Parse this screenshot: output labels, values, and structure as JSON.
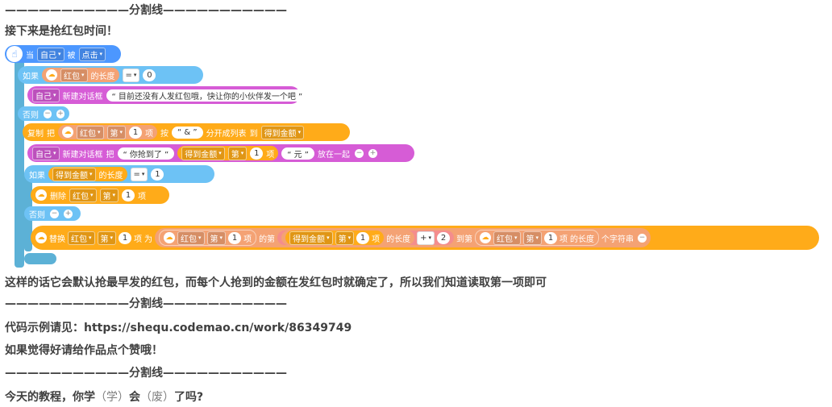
{
  "lines": {
    "divider": "———————————分割线———————————",
    "heading": "接下来是抢红包时间！",
    "explain": "这样的话它会默认抢最早发的红包，而每个人抢到的金额在发红包时就确定了，所以我们知道读取第一项即可",
    "example": "代码示例请见：https://shequ.codemao.cn/work/86349749",
    "like": "如果觉得好请给作品点个赞哦！",
    "q1": "今天的教程，你学",
    "q2": "（学）",
    "q3": "会",
    "q4": "（废）",
    "q5": "了吗?"
  },
  "blocks": {
    "hat": {
      "when": "当",
      "self": "自己",
      "by": "被",
      "click": "点击"
    },
    "if1": {
      "if": "如果",
      "list": "红包",
      "length": "的长度",
      "op": "=",
      "value": "0"
    },
    "say1": {
      "self": "自己",
      "action": "新建对话框",
      "text": "“ 目前还没有人发红包哦，快让你的小伙伴发一个吧 ”"
    },
    "else1": {
      "label": "否则"
    },
    "copy": {
      "verb": "复制",
      "ba": "把",
      "list": "红包",
      "nth": "第",
      "idx": "1",
      "xiang": "项",
      "by": "按",
      "sep": "“ & ”",
      "split": "分开成列表",
      "to": "到",
      "target": "得到金额"
    },
    "say2": {
      "self": "自己",
      "action": "新建对话框",
      "ba": "把",
      "t1": "“ 你抢到了 ”",
      "var": "得到金额",
      "nth": "第",
      "idx": "1",
      "xiang": "项",
      "t2": "“ 元 ”",
      "join": "放在一起"
    },
    "if2": {
      "if": "如果",
      "var": "得到金额",
      "length": "的长度",
      "op": "=",
      "value": "1"
    },
    "del": {
      "verb": "删除",
      "list": "红包",
      "nth": "第",
      "idx": "1",
      "xiang": "项"
    },
    "else2": {
      "label": "否则"
    },
    "replace": {
      "verb": "替换",
      "list": "红包",
      "nth": "第",
      "idx": "1",
      "xiang": "项",
      "wei": "为",
      "list2": "红包",
      "nth2": "第",
      "idx2": "1",
      "xiang2": "项",
      "de_di": "的第",
      "var": "得到金额",
      "nth3": "第",
      "idx3": "1",
      "xiang3": "项",
      "length": "的长度",
      "plus": "+",
      "two": "2",
      "to_di": "到第",
      "list3": "红包",
      "nth4": "第",
      "idx4": "1",
      "xiang4": "项",
      "length2": "的长度",
      "chars": "个字符串"
    }
  }
}
